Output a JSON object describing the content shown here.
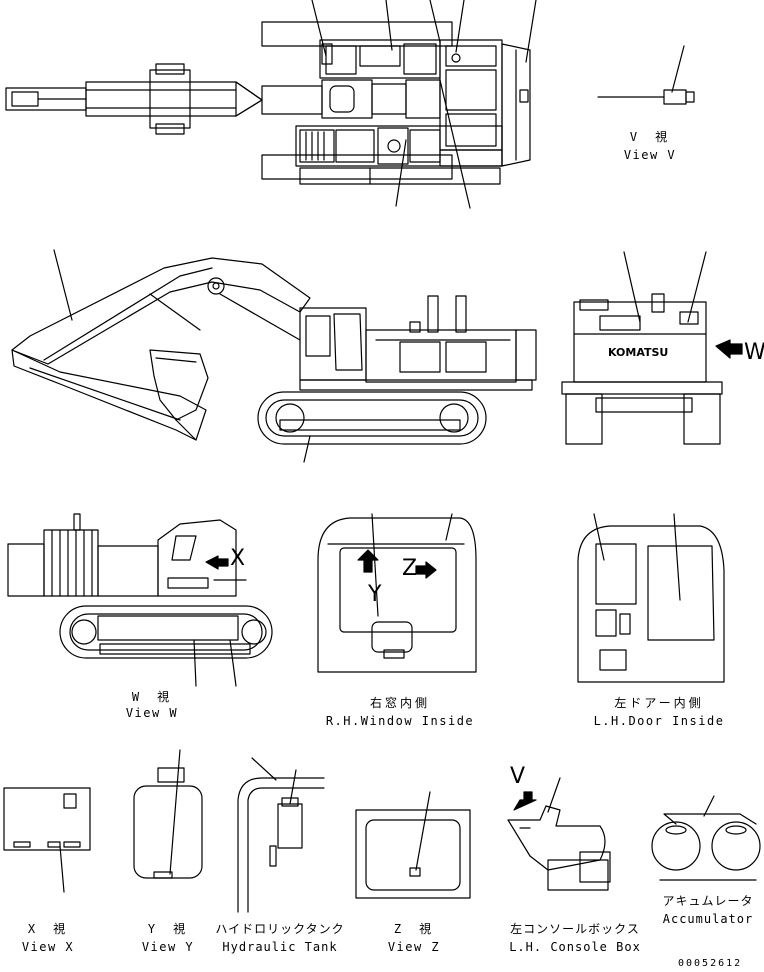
{
  "views": {
    "v": {
      "jp": "V　視",
      "en": "View V"
    },
    "w": {
      "jp": "W　視",
      "en": "View W"
    },
    "rh_window": {
      "jp": "右窓内側",
      "en": "R.H.Window Inside"
    },
    "lh_door": {
      "jp": "左ドアー内側",
      "en": "L.H.Door Inside"
    },
    "x": {
      "jp": "X　視",
      "en": "View X"
    },
    "y": {
      "jp": "Y　視",
      "en": "View Y"
    },
    "hydraulic_tank": {
      "jp": "ハイドロリックタンク",
      "en": "Hydraulic Tank"
    },
    "z": {
      "jp": "Z　視",
      "en": "View Z"
    },
    "console": {
      "jp": "左コンソールボックス",
      "en": "L.H. Console Box"
    },
    "accumulator": {
      "jp": "アキュムレータ",
      "en": "Accumulator"
    }
  },
  "arrow_tags": {
    "w": "W",
    "x": "X",
    "y": "Y",
    "z": "Z",
    "v": "V"
  },
  "logo_text": "KOMATSU",
  "part_number": "00052612"
}
